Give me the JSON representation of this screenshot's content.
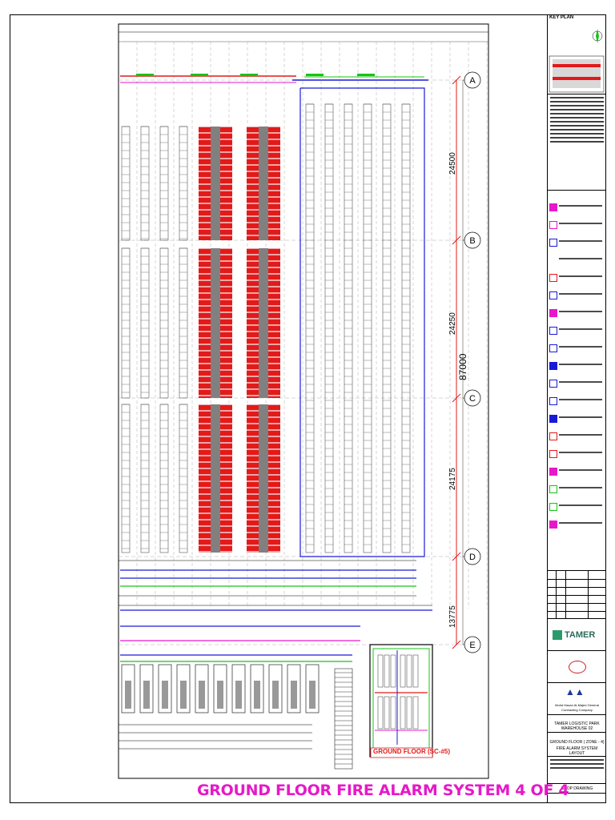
{
  "key_plan_label": "KEY PLAN",
  "grid_labels": [
    "A",
    "B",
    "C",
    "D",
    "E"
  ],
  "dimensions": {
    "segments": [
      "24500",
      "24250",
      "24175",
      "13775"
    ],
    "total": "87000"
  },
  "zone_label": "GROUND FLOOR (SC-#5)",
  "drawing_title": "GROUND FLOOR  FIRE ALARM SYSTEM 4 OF 4",
  "title_block": {
    "client_logo": "TAMER",
    "project_title": "TAMER LOGISTIC PARK WAREHOUSE 02",
    "drawing_name_1": "GROUND FLOOR ( ZONE - 4)",
    "drawing_name_2": "FIRE ALARM SYSTEM LAYOUT",
    "contractor": "Mohd Hasan Al-Majed General Contracting Company",
    "status": "SHOP DRAWING"
  },
  "colors": {
    "rack_red": "#e21a1a",
    "alarm_pink": "#e619c8",
    "cable_blue": "#1a1ad6",
    "cable_green": "#16c416",
    "gray_fill": "#808080"
  }
}
